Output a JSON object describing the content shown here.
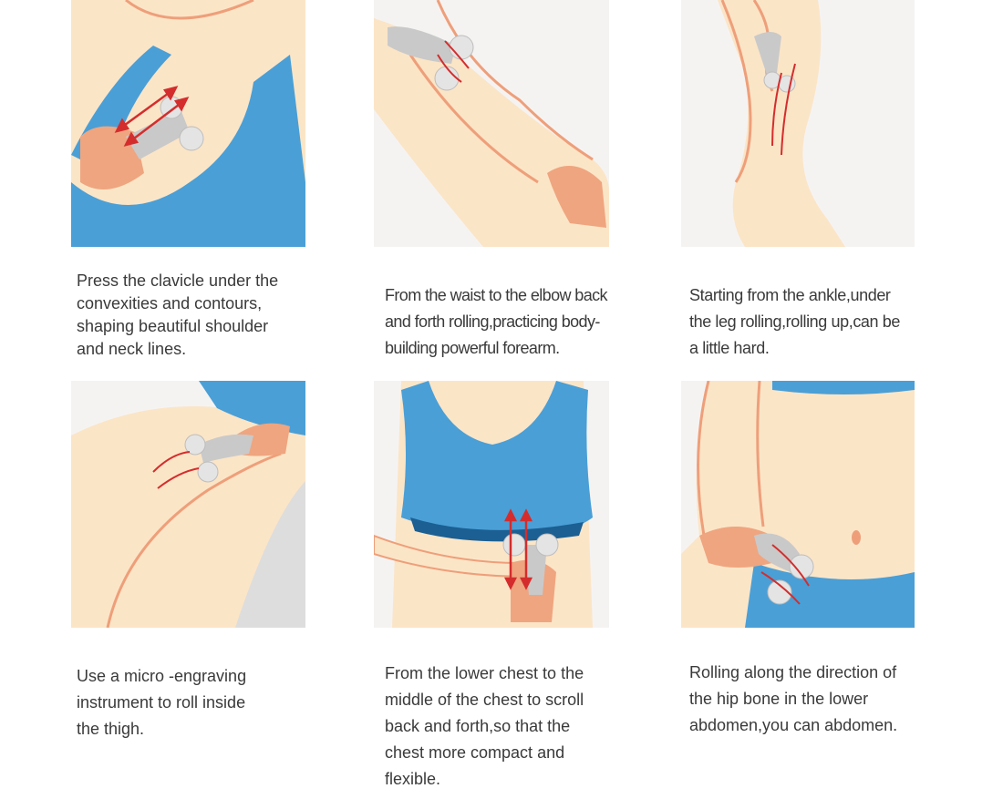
{
  "palette": {
    "skin": "#fbe5c7",
    "skin_outline": "#ee9f7a",
    "hand": "#efa57f",
    "tank_blue": "#4a9fd6",
    "navy": "#1b5f93",
    "device": "#c9c9c9",
    "ball": "#e4e4e4",
    "arrow": "#d42d2d",
    "bg": "#f5f3f2",
    "gray": "#dddddd"
  },
  "steps": [
    {
      "caption": "Press the clavicle under the\nconvexities and contours,\nshaping beautiful shoulder\nand neck lines.",
      "body_area": "clavicle"
    },
    {
      "caption": "From the waist to the elbow back\nand forth rolling,practicing body-\nbuilding powerful forearm.",
      "body_area": "forearm"
    },
    {
      "caption": "Starting from the ankle,under\nthe leg rolling,rolling up,can be\na little hard.",
      "body_area": "leg"
    },
    {
      "caption": "Use a micro -engraving\ninstrument to roll inside\nthe thigh.",
      "body_area": "thigh"
    },
    {
      "caption": "From the lower chest to the\nmiddle of the chest to scroll\nback and forth,so that the\nchest more compact and\nflexible.",
      "body_area": "chest"
    },
    {
      "caption": "Rolling along the direction of\nthe hip bone in the lower\nabdomen,you can abdomen.",
      "body_area": "abdomen"
    }
  ]
}
